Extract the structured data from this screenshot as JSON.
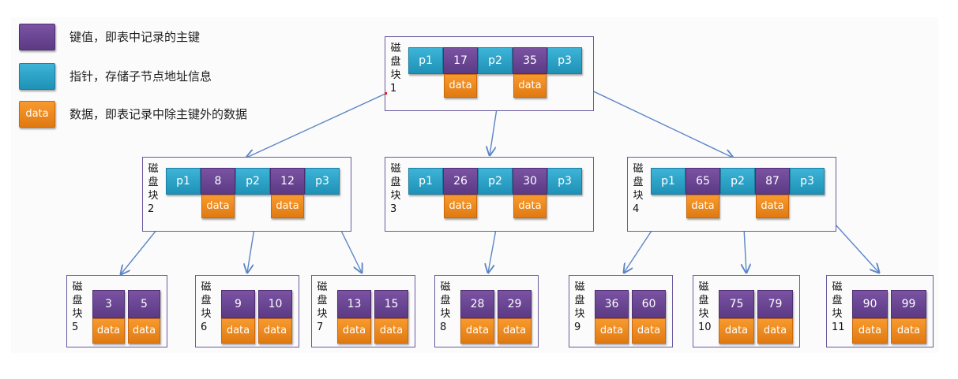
{
  "legend": [
    {
      "swatch_label": "",
      "text": "键值，即表中记录的主键",
      "color": "#6a4592"
    },
    {
      "swatch_label": "",
      "text": "指针，存储子节点地址信息",
      "color": "#2aa3c8"
    },
    {
      "swatch_label": "data",
      "text": "数据，即表记录中除主键外的数据",
      "color": "#ef8a1e"
    }
  ],
  "block_label": [
    "磁",
    "盘",
    "块"
  ],
  "pointer_labels": [
    "p1",
    "p2",
    "p3"
  ],
  "data_label": "data",
  "colors": {
    "key": "#6a4592",
    "pointer": "#2aa3c8",
    "data": "#ef8a1e",
    "border": "#6b5a9e",
    "arrow": "#5b86c6"
  },
  "blocks": [
    {
      "id": "1",
      "keys": [
        "17",
        "35"
      ]
    },
    {
      "id": "2",
      "keys": [
        "8",
        "12"
      ]
    },
    {
      "id": "3",
      "keys": [
        "26",
        "30"
      ]
    },
    {
      "id": "4",
      "keys": [
        "65",
        "87"
      ]
    },
    {
      "id": "5",
      "keys": [
        "3",
        "5"
      ]
    },
    {
      "id": "6",
      "keys": [
        "9",
        "10"
      ]
    },
    {
      "id": "7",
      "keys": [
        "13",
        "15"
      ]
    },
    {
      "id": "8",
      "keys": [
        "28",
        "29"
      ]
    },
    {
      "id": "9",
      "keys": [
        "36",
        "60"
      ]
    },
    {
      "id": "10",
      "keys": [
        "75",
        "79"
      ]
    },
    {
      "id": "11",
      "keys": [
        "90",
        "99"
      ]
    }
  ]
}
